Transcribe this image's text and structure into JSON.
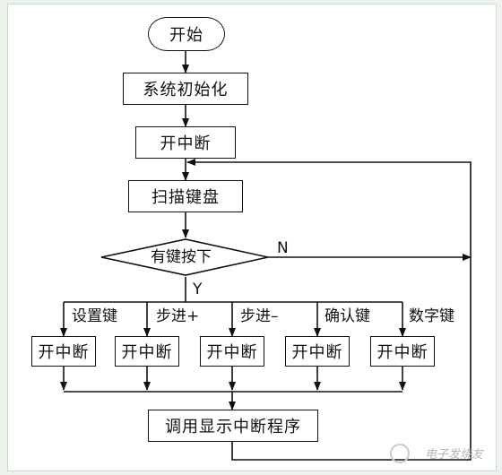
{
  "flowchart": {
    "start": "开始",
    "init": "系统初始化",
    "enable_interrupt": "开中断",
    "scan_keyboard": "扫描键盘",
    "decision": "有键按下",
    "no_label": "N",
    "yes_label": "Y",
    "branches": [
      {
        "key": "设置键",
        "action": "开中断"
      },
      {
        "key": "步进+",
        "action": "开中断"
      },
      {
        "key": "步进–",
        "action": "开中断"
      },
      {
        "key": "确认键",
        "action": "开中断"
      },
      {
        "key": "数字键",
        "action": "开中断"
      }
    ],
    "display_routine": "调用显示中断程序"
  },
  "watermark": "电子发烧友"
}
